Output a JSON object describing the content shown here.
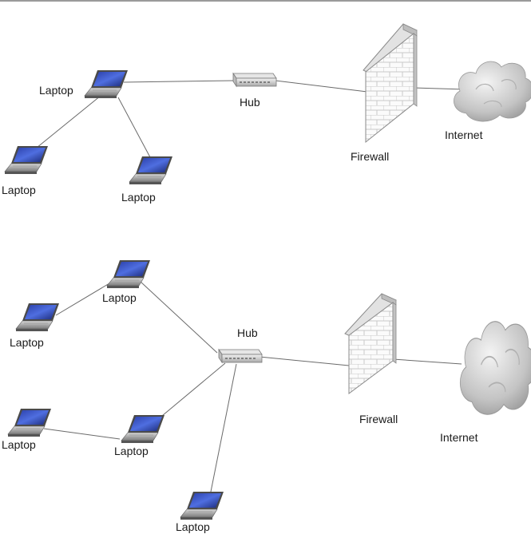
{
  "diagrams": [
    {
      "id": "top",
      "nodes": {
        "laptop_a": {
          "label": "Laptop",
          "type": "laptop"
        },
        "laptop_b": {
          "label": "Laptop",
          "type": "laptop"
        },
        "laptop_c": {
          "label": "Laptop",
          "type": "laptop"
        },
        "hub": {
          "label": "Hub",
          "type": "hub"
        },
        "firewall": {
          "label": "Firewall",
          "type": "firewall"
        },
        "internet": {
          "label": "Internet",
          "type": "cloud"
        }
      },
      "edges": [
        [
          "laptop_a",
          "laptop_b"
        ],
        [
          "laptop_a",
          "laptop_c"
        ],
        [
          "laptop_a",
          "hub"
        ],
        [
          "hub",
          "firewall"
        ],
        [
          "firewall",
          "internet"
        ]
      ]
    },
    {
      "id": "bottom",
      "nodes": {
        "laptop_1": {
          "label": "Laptop",
          "type": "laptop"
        },
        "laptop_2": {
          "label": "Laptop",
          "type": "laptop"
        },
        "laptop_3": {
          "label": "Laptop",
          "type": "laptop"
        },
        "laptop_4": {
          "label": "Laptop",
          "type": "laptop"
        },
        "laptop_5": {
          "label": "Laptop",
          "type": "laptop"
        },
        "hub": {
          "label": "Hub",
          "type": "hub"
        },
        "firewall": {
          "label": "Firewall",
          "type": "firewall"
        },
        "internet": {
          "label": "Internet",
          "type": "cloud"
        }
      },
      "edges": [
        [
          "laptop_2",
          "laptop_1"
        ],
        [
          "laptop_1",
          "hub"
        ],
        [
          "laptop_3",
          "laptop_4"
        ],
        [
          "laptop_4",
          "hub"
        ],
        [
          "hub",
          "laptop_5"
        ],
        [
          "hub",
          "firewall"
        ],
        [
          "firewall",
          "internet"
        ]
      ]
    }
  ]
}
